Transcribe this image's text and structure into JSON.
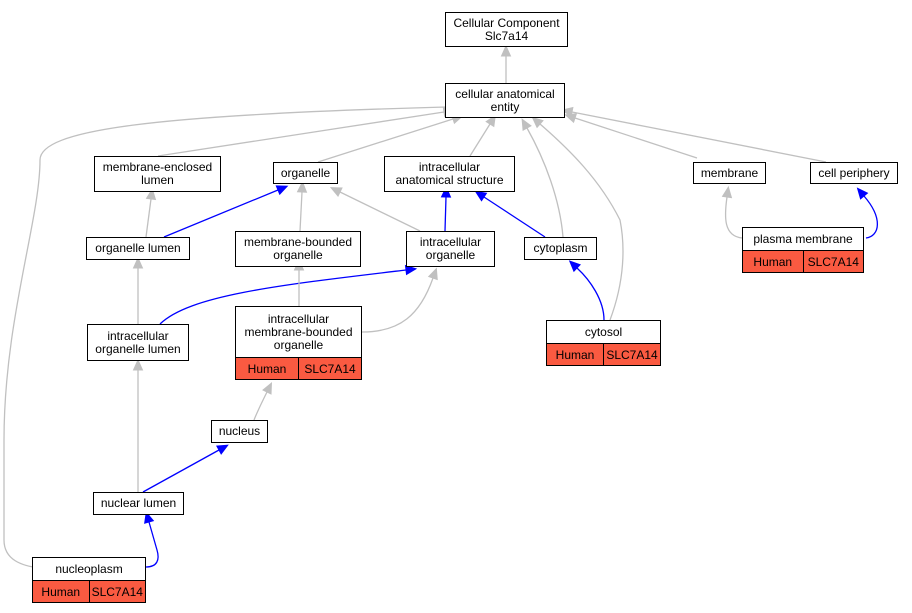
{
  "colors": {
    "is_a_edge": "#c0c0c0",
    "part_of_edge": "#0000ff",
    "annotation_fill": "#fa5a41"
  },
  "nodes": {
    "root": {
      "label": "Cellular Component\nSlc7a14"
    },
    "cae": {
      "label": "cellular anatomical\nentity"
    },
    "mel": {
      "label": "membrane-enclosed\nlumen"
    },
    "org": {
      "label": "organelle"
    },
    "ias": {
      "label": "intracellular\nanatomical structure"
    },
    "mem": {
      "label": "membrane"
    },
    "cp": {
      "label": "cell periphery"
    },
    "ol": {
      "label": "organelle lumen"
    },
    "mbo": {
      "label": "membrane-bounded\norganelle"
    },
    "io": {
      "label": "intracellular\norganelle"
    },
    "cyto": {
      "label": "cytoplasm"
    },
    "pm": {
      "label": "plasma membrane",
      "species": "Human",
      "gene": "SLC7A14"
    },
    "iol": {
      "label": "intracellular\norganelle lumen"
    },
    "imbo": {
      "label": "intracellular\nmembrane-bounded\norganelle",
      "species": "Human",
      "gene": "SLC7A14"
    },
    "cytosol": {
      "label": "cytosol",
      "species": "Human",
      "gene": "SLC7A14"
    },
    "nuc": {
      "label": "nucleus"
    },
    "nl": {
      "label": "nuclear lumen"
    },
    "np": {
      "label": "nucleoplasm",
      "species": "Human",
      "gene": "SLC7A14"
    }
  },
  "edges": [
    {
      "from": "cae",
      "to": "root",
      "type": "is_a"
    },
    {
      "from": "mel",
      "to": "cae",
      "type": "is_a"
    },
    {
      "from": "org",
      "to": "cae",
      "type": "is_a"
    },
    {
      "from": "ias",
      "to": "cae",
      "type": "is_a"
    },
    {
      "from": "mem",
      "to": "cae",
      "type": "is_a"
    },
    {
      "from": "cp",
      "to": "cae",
      "type": "is_a"
    },
    {
      "from": "cyto",
      "to": "cae",
      "type": "is_a"
    },
    {
      "from": "cytosol",
      "to": "cae",
      "type": "is_a"
    },
    {
      "from": "np",
      "to": "cae",
      "type": "is_a"
    },
    {
      "from": "ol",
      "to": "mel",
      "type": "is_a"
    },
    {
      "from": "ol",
      "to": "org",
      "type": "part_of"
    },
    {
      "from": "mbo",
      "to": "org",
      "type": "is_a"
    },
    {
      "from": "io",
      "to": "org",
      "type": "is_a"
    },
    {
      "from": "io",
      "to": "ias",
      "type": "part_of"
    },
    {
      "from": "cyto",
      "to": "ias",
      "type": "part_of"
    },
    {
      "from": "pm",
      "to": "mem",
      "type": "is_a"
    },
    {
      "from": "pm",
      "to": "cp",
      "type": "part_of"
    },
    {
      "from": "iol",
      "to": "ol",
      "type": "is_a"
    },
    {
      "from": "iol",
      "to": "io",
      "type": "part_of"
    },
    {
      "from": "imbo",
      "to": "mbo",
      "type": "is_a"
    },
    {
      "from": "imbo",
      "to": "io",
      "type": "is_a"
    },
    {
      "from": "cytosol",
      "to": "cyto",
      "type": "part_of"
    },
    {
      "from": "nuc",
      "to": "imbo",
      "type": "is_a"
    },
    {
      "from": "nl",
      "to": "iol",
      "type": "is_a"
    },
    {
      "from": "nl",
      "to": "nuc",
      "type": "part_of"
    },
    {
      "from": "np",
      "to": "nl",
      "type": "part_of"
    }
  ]
}
